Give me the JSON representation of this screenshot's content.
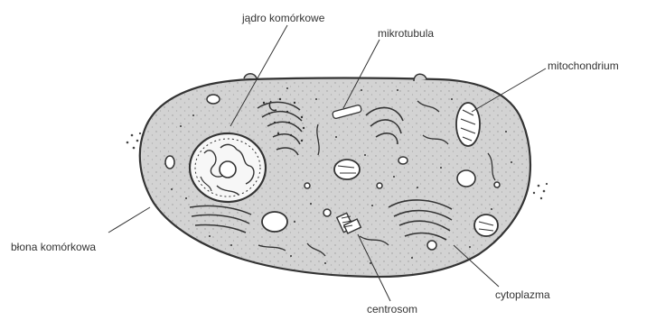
{
  "labels": {
    "nucleus": "jądro komórkowe",
    "microtubule": "mikrotubula",
    "mitochondrium": "mitochondrium",
    "membrane": "błona komórkowa",
    "cytoplasm": "cytoplazma",
    "centrosome": "centrosom"
  },
  "colors": {
    "ink": "#333333",
    "cytoplasm_fill": "#d3d3d3",
    "nucleus_fill": "#f7f7f7",
    "organelle_fill": "#ffffff",
    "background": "#ffffff"
  }
}
